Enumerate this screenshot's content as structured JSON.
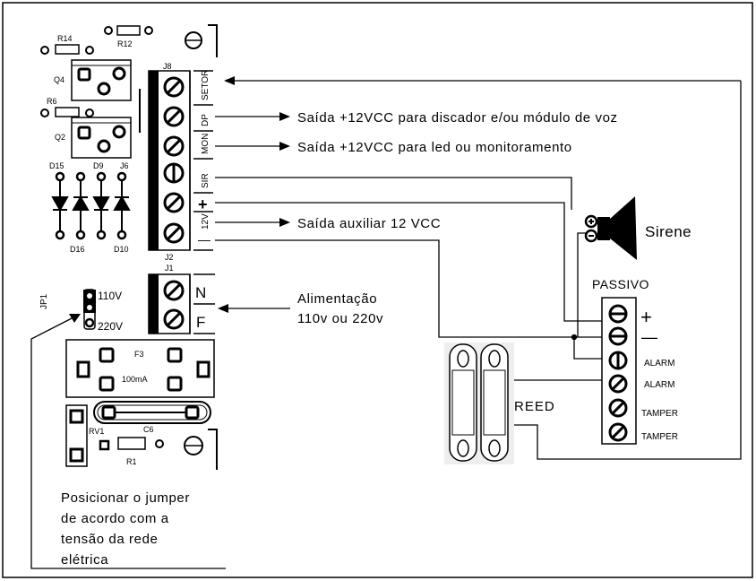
{
  "board": {
    "components": {
      "r14": "R14",
      "r12": "R12",
      "q4": "Q4",
      "r6": "R6",
      "q2": "Q2",
      "d15": "D15",
      "d9": "D9",
      "j6": "J6",
      "d16": "D16",
      "d10": "D10",
      "j8": "J8",
      "j2": "J2",
      "j1": "J1",
      "jp1": "JP1",
      "f3": "F3",
      "fuse_rating": "100mA",
      "c6": "C6",
      "rv1": "RV1",
      "r1": "R1"
    },
    "j8_terminals": [
      "SETOR",
      "DP",
      "MON",
      "SIR",
      "+",
      "12V",
      "—"
    ],
    "j1_terminals": [
      "N",
      "F"
    ],
    "jumper_options": [
      "110V",
      "220V"
    ]
  },
  "annotations": {
    "dp": "Saída +12VCC para discador e/ou módulo de voz",
    "mon": "Saída +12VCC para led ou monitoramento",
    "aux": "Saída auxiliar 12 VCC",
    "power_line1": "Alimentação",
    "power_line2": "110v ou 220v",
    "jumper_line1": "Posicionar o jumper",
    "jumper_line2": "de acordo com a",
    "jumper_line3": "tensão da rede",
    "jumper_line4": "elétrica"
  },
  "siren": {
    "label": "Sirene",
    "plus": "+",
    "minus": "−"
  },
  "sensor": {
    "title": "PASSIVO",
    "terminals": [
      "+",
      "—",
      "ALARM",
      "ALARM",
      "TAMPER",
      "TAMPER"
    ]
  },
  "reed": {
    "label": "REED"
  }
}
